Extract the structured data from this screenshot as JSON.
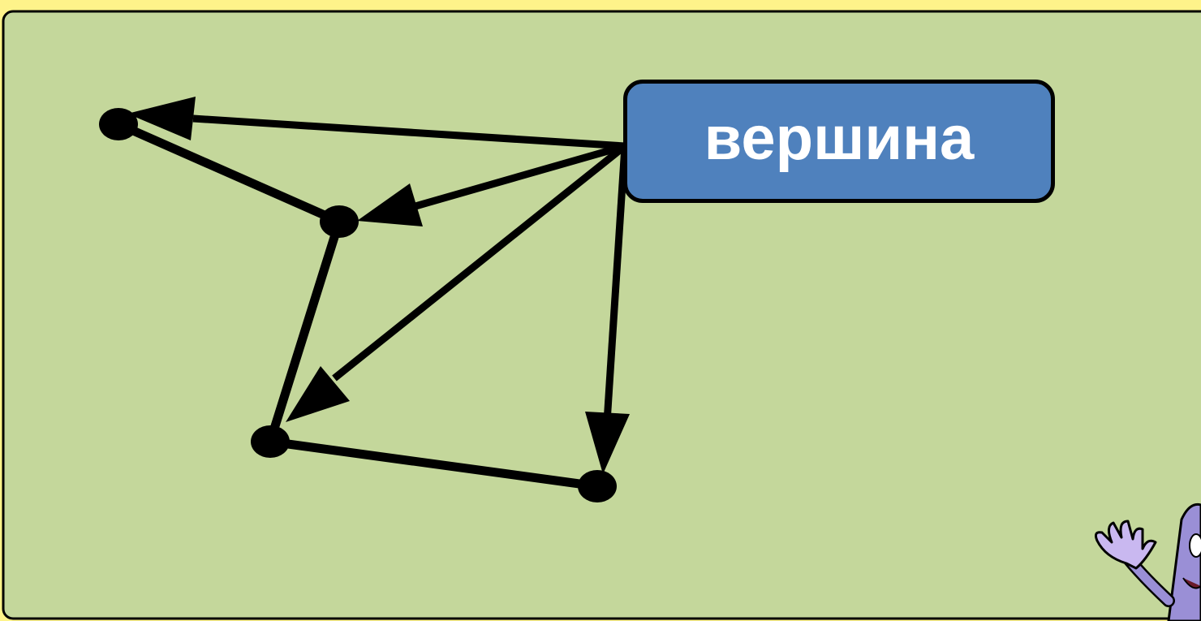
{
  "diagram": {
    "label": "вершина",
    "colors": {
      "outer_background": "#fef38a",
      "slide_background": "#c4d79b",
      "label_fill": "#4f81bd",
      "label_text": "#ffffff",
      "edge": "#000000",
      "mascot": "#9a8fd6"
    },
    "nodes": [
      "node-1",
      "node-2",
      "node-3",
      "node-4"
    ],
    "edges": [
      {
        "from": "node-1",
        "to": "node-2",
        "arrow": false
      },
      {
        "from": "node-2",
        "to": "node-3",
        "arrow": false
      },
      {
        "from": "node-3",
        "to": "node-4",
        "arrow": false
      }
    ],
    "pointer_arrows": [
      {
        "from": "label",
        "to": "node-1"
      },
      {
        "from": "label",
        "to": "node-2"
      },
      {
        "from": "label",
        "to": "node-3"
      },
      {
        "from": "label",
        "to": "node-4"
      }
    ],
    "mascot_icon": "waving-cartoon-character-icon"
  }
}
